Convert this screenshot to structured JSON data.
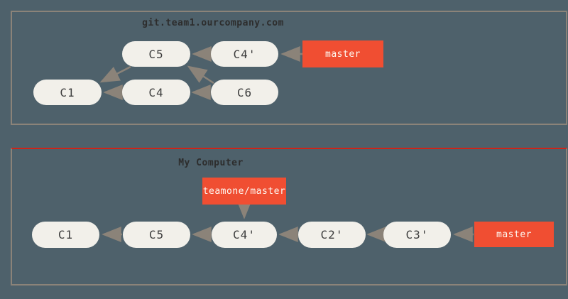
{
  "colors": {
    "background": "#4e616b",
    "panel_border": "#8b8379",
    "local_panel_top_border": "#ce2418",
    "commit_fill": "#f2f0ea",
    "commit_text": "#3d3d3d",
    "branch_fill": "#f04e32",
    "branch_text": "#fdf9f3",
    "arrow": "#8b8379",
    "title_text": "#2d2d2d"
  },
  "panels": [
    {
      "title": "git.team1.ourcompany.com",
      "commits": [
        {
          "id": "C5"
        },
        {
          "id": "C4'"
        },
        {
          "id": "C1"
        },
        {
          "id": "C4"
        },
        {
          "id": "C6"
        }
      ],
      "branches": [
        {
          "label": "master"
        }
      ]
    },
    {
      "title": "My Computer",
      "commits": [
        {
          "id": "C1"
        },
        {
          "id": "C5"
        },
        {
          "id": "C4'"
        },
        {
          "id": "C2'"
        },
        {
          "id": "C3'"
        }
      ],
      "branches": [
        {
          "label": "teamone/master"
        },
        {
          "label": "master"
        }
      ]
    }
  ]
}
